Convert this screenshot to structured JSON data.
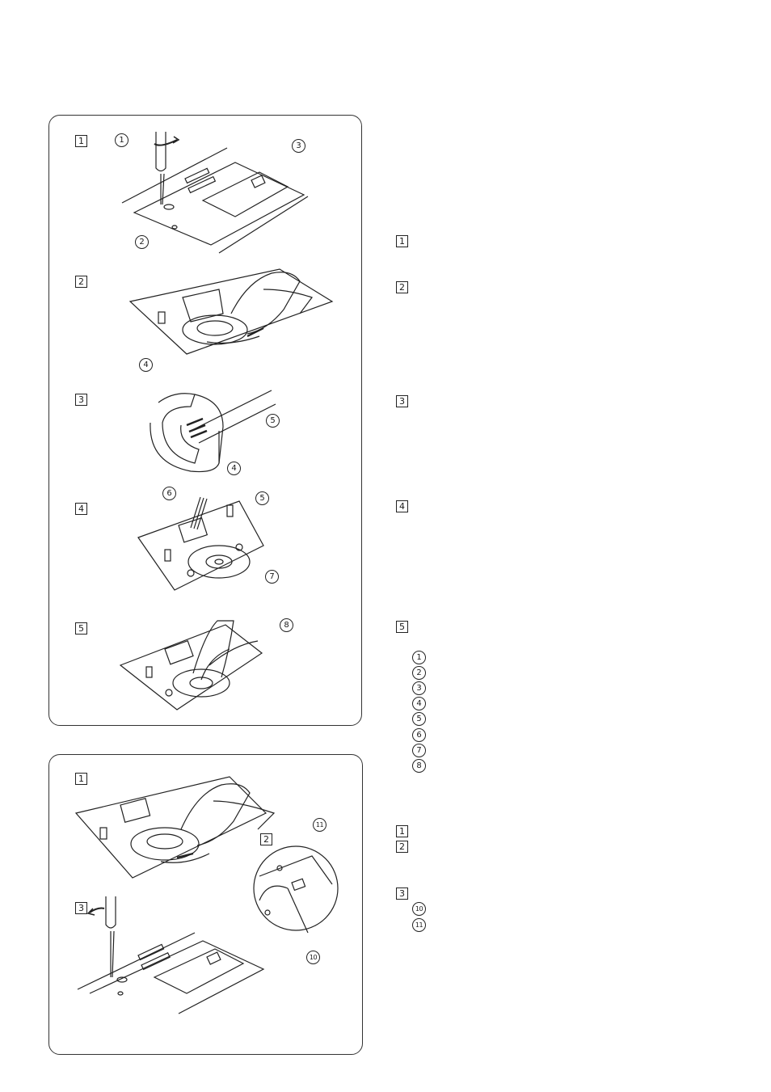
{
  "panel_top": {
    "steps": [
      "1",
      "2",
      "3",
      "4",
      "5"
    ],
    "callouts": [
      "1",
      "2",
      "3",
      "4",
      "5",
      "6",
      "7",
      "8"
    ]
  },
  "panel_bottom": {
    "steps": [
      "1",
      "2",
      "3"
    ],
    "callouts": [
      "10",
      "11"
    ]
  },
  "right_column": {
    "upper_steps": [
      "1",
      "2",
      "3",
      "4",
      "5"
    ],
    "upper_legend": [
      "1",
      "2",
      "3",
      "4",
      "5",
      "6",
      "7",
      "8"
    ],
    "lower_steps": [
      "1",
      "2",
      "3"
    ],
    "lower_legend": [
      "10",
      "11"
    ]
  }
}
